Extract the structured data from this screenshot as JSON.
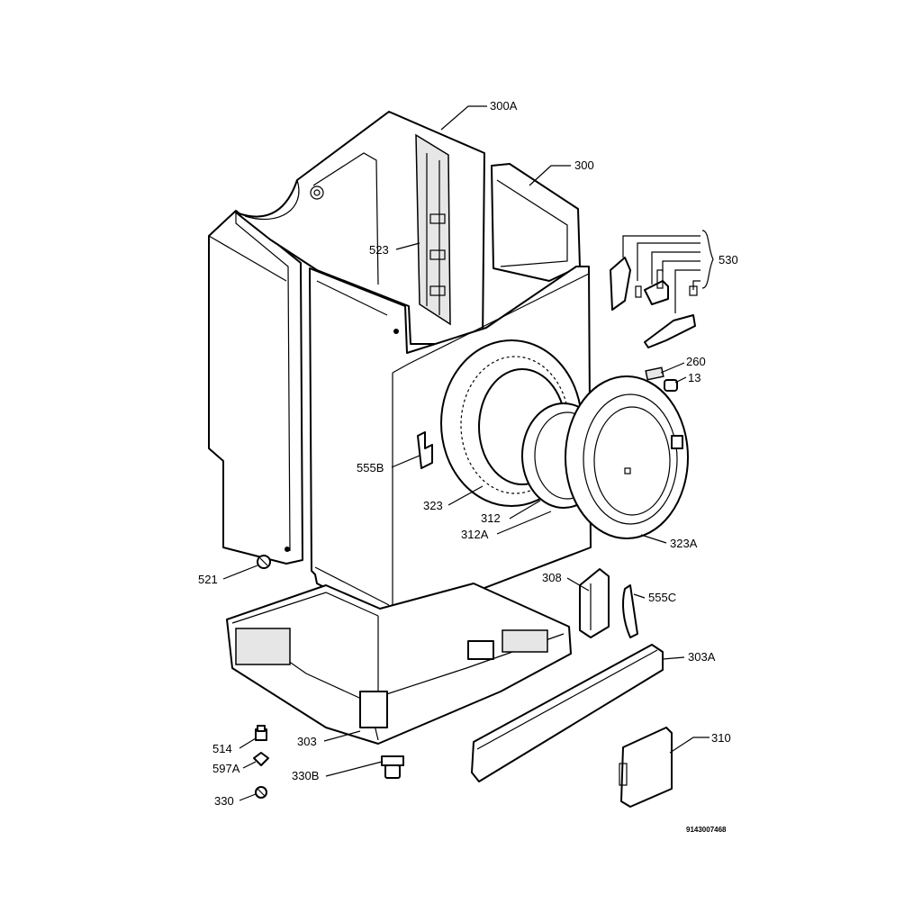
{
  "labels": {
    "l300a": "300A",
    "l300": "300",
    "l523": "523",
    "l530": "530",
    "l260": "260",
    "l13": "13",
    "l555b": "555B",
    "l323": "323",
    "l312": "312",
    "l312a": "312A",
    "l323a": "323A",
    "l521": "521",
    "l308": "308",
    "l555c": "555C",
    "l303a": "303A",
    "l310": "310",
    "l514": "514",
    "l597a": "597A",
    "l303": "303",
    "l330b": "330B",
    "l330": "330"
  },
  "doc_number": "9143007468"
}
